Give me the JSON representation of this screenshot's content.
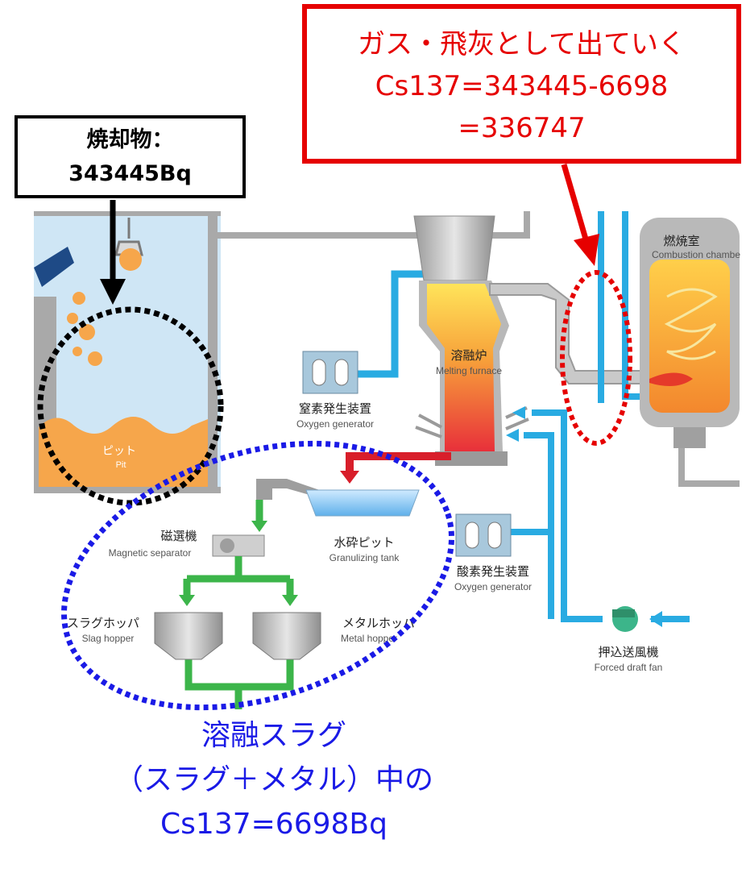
{
  "callouts": {
    "input": {
      "line1": "焼却物：",
      "line2": "343445Bq"
    },
    "gas": {
      "line1": "ガス・飛灰として出ていく",
      "line2": "Cs137=343445-6698",
      "line3": "=336747"
    },
    "slag": {
      "line1": "溶融スラグ",
      "line2": "（スラグ＋メタル）中の",
      "line3": "Cs137=6698Bq"
    }
  },
  "labels": {
    "pit": {
      "jp": "ピット",
      "en": "Pit"
    },
    "melting_furnace": {
      "jp": "溶融炉",
      "en": "Melting furnace"
    },
    "combustion_chamber": {
      "jp": "燃焼室",
      "en": "Combustion chambe"
    },
    "nitrogen_generator": {
      "jp": "窒素発生装置",
      "en": "Oxygen generator"
    },
    "oxygen_generator": {
      "jp": "酸素発生装置",
      "en": "Oxygen generator"
    },
    "magnetic_separator": {
      "jp": "磁選機",
      "en": "Magnetic separator"
    },
    "granulizing_tank": {
      "jp": "水砕ピット",
      "en": "Granulizing tank"
    },
    "slag_hopper": {
      "jp": "スラグホッパ",
      "en": "Slag hopper"
    },
    "metal_hopper": {
      "jp": "メタルホッパ",
      "en": "Metal hopper"
    },
    "forced_draft_fan": {
      "jp": "押込送風機",
      "en": "Forced draft fan"
    }
  },
  "colors": {
    "input_box_border": "#000000",
    "gas_callout": "#e60000",
    "slag_callout": "#1a1ae6",
    "pipe_blue": "#29abe2",
    "flow_green": "#3cb54a",
    "flow_red": "#d81e2a",
    "pit_fill": "#f6a64b",
    "background_blue": "#cfe6f5"
  }
}
